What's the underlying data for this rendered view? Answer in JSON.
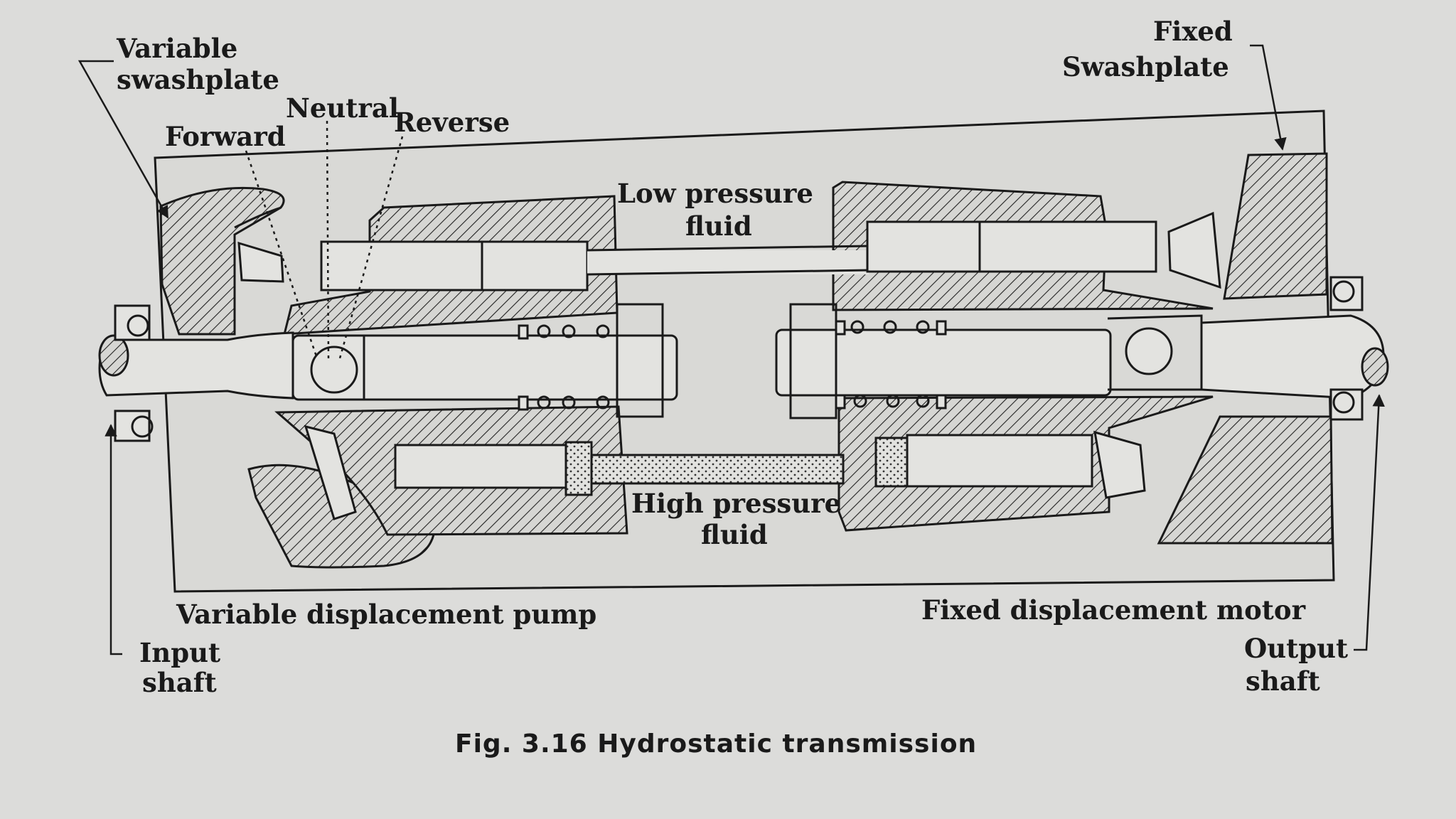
{
  "labels": {
    "variable_swashplate": [
      "Variable",
      "swashplate"
    ],
    "forward": "Forward",
    "neutral": "Neutral",
    "reverse": "Reverse",
    "fixed_swashplate": [
      "Fixed",
      "Swashplate"
    ],
    "low_pressure": [
      "Low pressure",
      "fluid"
    ],
    "high_pressure": [
      "High pressure",
      "fluid"
    ],
    "pump": "Variable displacement pump",
    "motor": "Fixed displacement motor",
    "input_shaft": [
      "Input",
      "shaft"
    ],
    "output_shaft": [
      "Output",
      "shaft"
    ]
  },
  "caption": "Fig. 3.16 Hydrostatic transmission",
  "colors": {
    "paper": "#dcdcda",
    "ink": "#1a1a1a"
  }
}
